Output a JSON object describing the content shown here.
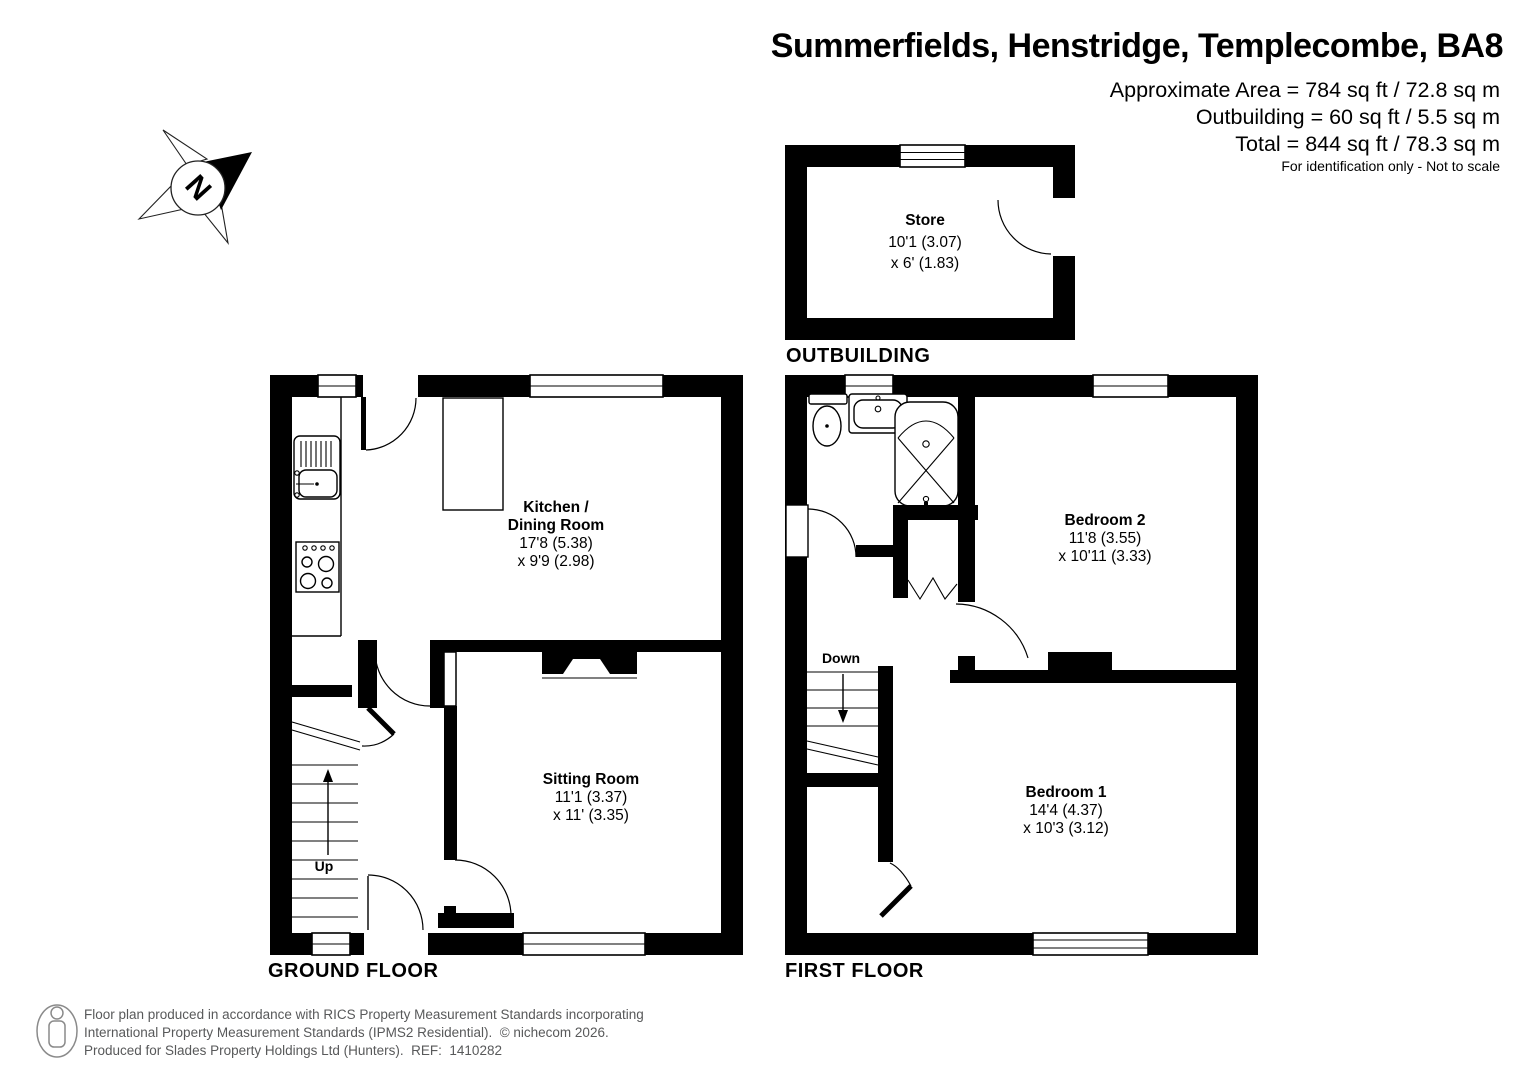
{
  "header": {
    "title": "Summerfields, Henstridge, Templecombe, BA8",
    "area_line": "Approximate Area = 784 sq ft / 72.8 sq m",
    "outbuilding_line": "Outbuilding = 60 sq ft / 5.5 sq m",
    "total_line": "Total = 844 sq ft / 78.3 sq m",
    "disclaimer": "For identification only - Not to scale"
  },
  "compass": {
    "north_label": "N"
  },
  "outbuilding": {
    "floor_label": "OUTBUILDING",
    "store": {
      "name": "Store",
      "dim1": "10'1 (3.07)",
      "dim2": "x 6' (1.83)"
    }
  },
  "ground_floor": {
    "floor_label": "GROUND FLOOR",
    "stairs_label": "Up",
    "kitchen": {
      "name1": "Kitchen /",
      "name2": "Dining Room",
      "dim1": "17'8 (5.38)",
      "dim2": "x 9'9 (2.98)"
    },
    "sitting_room": {
      "name": "Sitting Room",
      "dim1": "11'1 (3.37)",
      "dim2": "x 11' (3.35)"
    }
  },
  "first_floor": {
    "floor_label": "FIRST FLOOR",
    "stairs_label": "Down",
    "bedroom2": {
      "name": "Bedroom 2",
      "dim1": "11'8 (3.55)",
      "dim2": "x 10'11 (3.33)"
    },
    "bedroom1": {
      "name": "Bedroom 1",
      "dim1": "14'4 (4.37)",
      "dim2": "x 10'3 (3.12)"
    }
  },
  "footer": {
    "line1": "Floor plan produced in accordance with RICS Property Measurement Standards incorporating",
    "line2": "International Property Measurement Standards (IPMS2 Residential).  © nichecom 2026.",
    "line3": "Produced for Slades Property Holdings Ltd (Hunters).  REF:  1410282"
  }
}
